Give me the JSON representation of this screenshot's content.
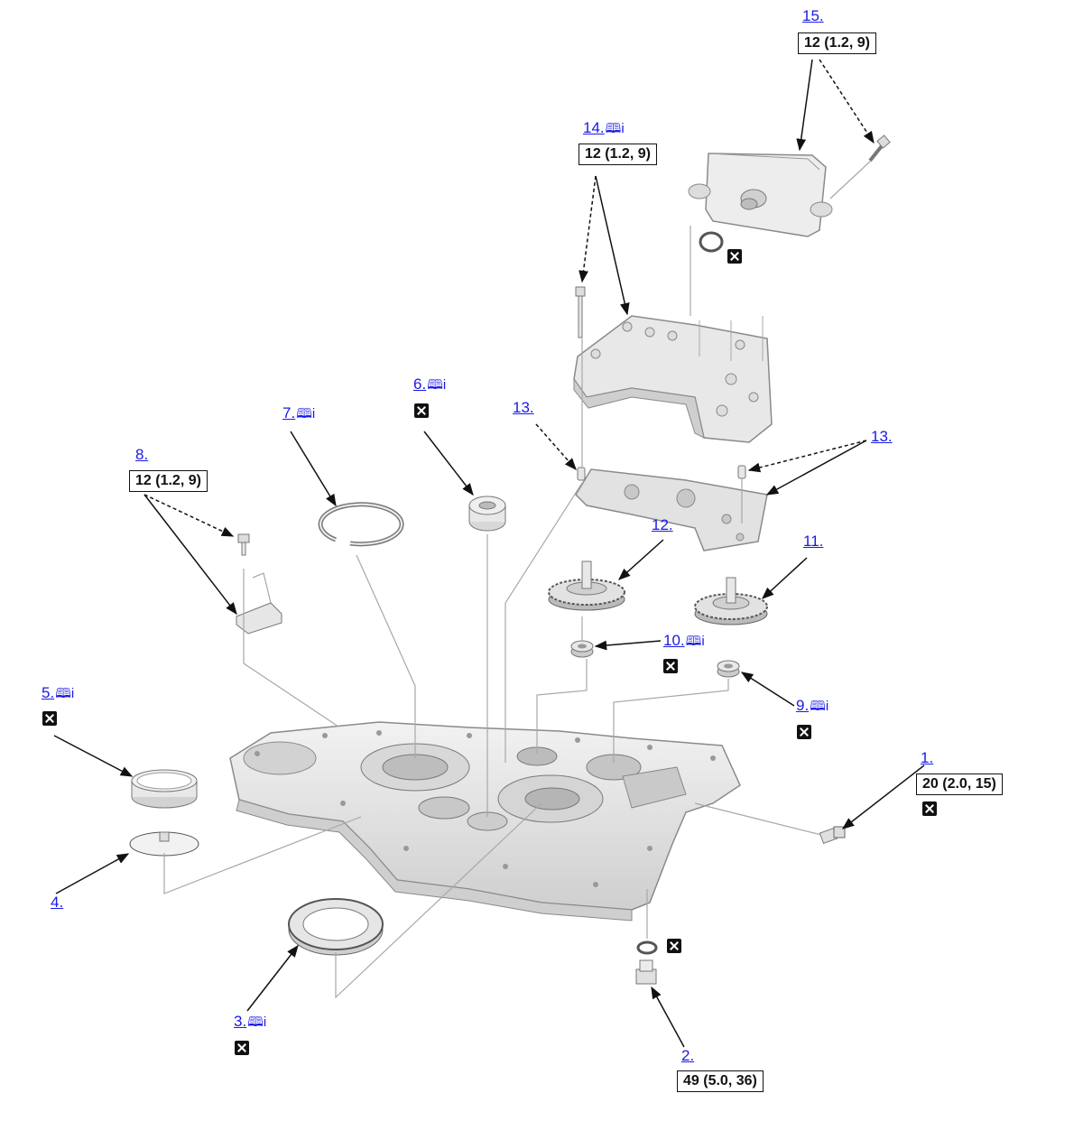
{
  "parts": [
    {
      "id": "p1",
      "label": "1.",
      "ref": false,
      "torque": "20 (2.0, 15)",
      "replace": true
    },
    {
      "id": "p2",
      "label": "2.",
      "ref": false,
      "torque": "49 (5.0, 36)",
      "replace": false
    },
    {
      "id": "p3",
      "label": "3.",
      "ref": true,
      "torque": "",
      "replace": true
    },
    {
      "id": "p4",
      "label": "4.",
      "ref": false,
      "torque": "",
      "replace": false
    },
    {
      "id": "p5",
      "label": "5.",
      "ref": true,
      "torque": "",
      "replace": true
    },
    {
      "id": "p6",
      "label": "6.",
      "ref": true,
      "torque": "",
      "replace": true
    },
    {
      "id": "p7",
      "label": "7.",
      "ref": true,
      "torque": "",
      "replace": false
    },
    {
      "id": "p8",
      "label": "8.",
      "ref": false,
      "torque": "12 (1.2, 9)",
      "replace": false
    },
    {
      "id": "p9",
      "label": "9.",
      "ref": true,
      "torque": "",
      "replace": true
    },
    {
      "id": "p10",
      "label": "10.",
      "ref": true,
      "torque": "",
      "replace": true
    },
    {
      "id": "p11",
      "label": "11.",
      "ref": false,
      "torque": "",
      "replace": false
    },
    {
      "id": "p12",
      "label": "12.",
      "ref": false,
      "torque": "",
      "replace": false
    },
    {
      "id": "p13a",
      "label": "13.",
      "ref": false,
      "torque": "",
      "replace": false
    },
    {
      "id": "p13b",
      "label": "13.",
      "ref": false,
      "torque": "",
      "replace": false
    },
    {
      "id": "p14",
      "label": "14.",
      "ref": true,
      "torque": "12 (1.2, 9)",
      "replace": false
    },
    {
      "id": "p15",
      "label": "15.",
      "ref": false,
      "torque": "12 (1.2, 9)",
      "replace": false
    }
  ],
  "icons": {
    "reference": "book-info-icon",
    "replace": "replace-part-x-icon"
  },
  "colors": {
    "link": "#1a1ae6",
    "part_fill": "#e6e6e6",
    "part_stroke": "#8a8a8a",
    "leader": "#111111",
    "guide": "#a8a8a8"
  },
  "ref_glyph": "🕮i"
}
